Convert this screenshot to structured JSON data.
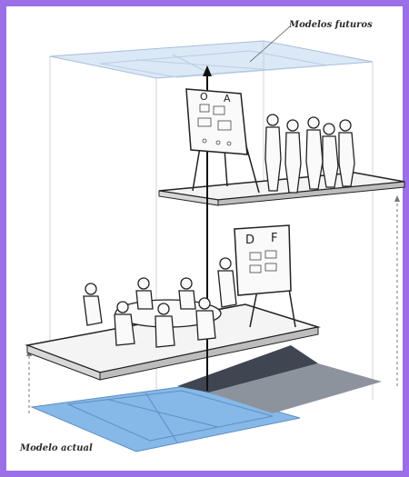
{
  "diagram": {
    "labels": {
      "future_models": "Modelos futuros",
      "current_model": "Modelo actual"
    },
    "boards": {
      "upper_board_letters": [
        "O",
        "A"
      ],
      "lower_board_letters": [
        "D",
        "F"
      ]
    },
    "colors": {
      "frame_border": "#9b6fe8",
      "current_plane_blue": "#7fb3e6",
      "future_plane_blue": "#cfe0f3",
      "dark_floor": "#3f4652",
      "gray_floor": "#8c939c"
    }
  }
}
